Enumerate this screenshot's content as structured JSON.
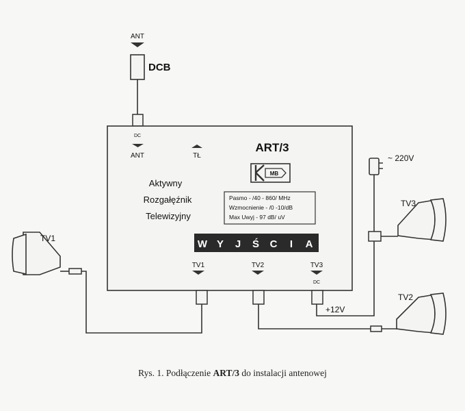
{
  "antenna_top": {
    "label": "ANT"
  },
  "dcb": {
    "label": "DCB"
  },
  "device": {
    "dc_top": "DC",
    "ant_label": "ANT",
    "tl_label": "TŁ",
    "model": "ART/3",
    "logo": "MB",
    "name_lines": [
      "Aktywny",
      "Rozgałęźnik",
      "Telewizyjny"
    ],
    "specs": [
      "Pasmo - /40 - 860/ MHz",
      "Wzmocnienie - /0 -10/dB",
      "Max Uwyj - 97 dB/ uV"
    ],
    "outputs_title": [
      "W",
      "Y",
      "J",
      "Ś",
      "C",
      "I",
      "A"
    ],
    "outputs": [
      "TV1",
      "TV2",
      "TV3"
    ],
    "dc_bottom": "DC"
  },
  "power": {
    "mains": "~ 220V",
    "dc_out": "+12V"
  },
  "tvs": [
    "TV1",
    "TV2",
    "TV3"
  ],
  "caption": {
    "prefix": "Rys. 1. Podłączenie ",
    "model": "ART/3",
    "suffix": " do instalacji antenowej"
  },
  "colors": {
    "ink": "#333333",
    "paper": "#f7f7f5",
    "banner": "#2a2a2a",
    "banner_text": "#ffffff"
  }
}
